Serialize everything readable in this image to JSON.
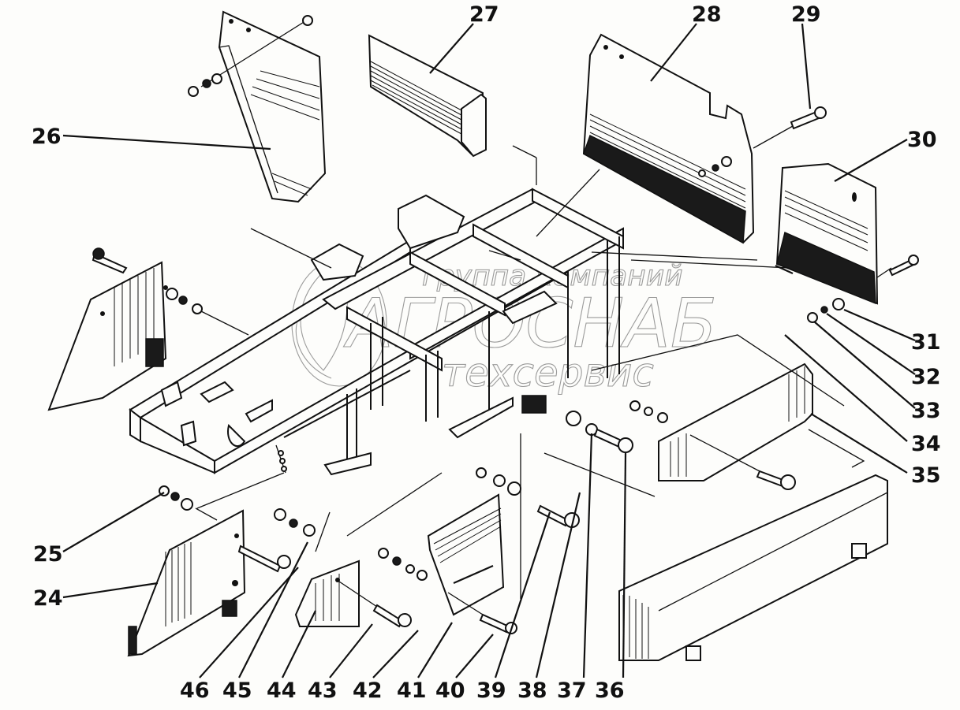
{
  "diagram": {
    "type": "exploded-parts-view",
    "subject": "Frame assembly with side shields, covers and fasteners",
    "ink_color": "#111111",
    "background_color": "#fdfdfb",
    "watermark": {
      "line1": "группа компаний",
      "line2": "АГРОСНАБ",
      "line3": "техсервис",
      "color": "#8a8a8a"
    },
    "callouts": [
      {
        "id": "24",
        "label": "24",
        "part": "left lower side shield"
      },
      {
        "id": "25",
        "label": "25",
        "part": "nut"
      },
      {
        "id": "26",
        "label": "26",
        "part": "upper left shield"
      },
      {
        "id": "27",
        "label": "27",
        "part": "cover"
      },
      {
        "id": "28",
        "label": "28",
        "part": "large rear shield"
      },
      {
        "id": "29",
        "label": "29",
        "part": "bolt"
      },
      {
        "id": "30",
        "label": "30",
        "part": "right shield"
      },
      {
        "id": "31",
        "label": "31",
        "part": "washer"
      },
      {
        "id": "32",
        "label": "32",
        "part": "spring washer"
      },
      {
        "id": "33",
        "label": "33",
        "part": "nut"
      },
      {
        "id": "34",
        "label": "34",
        "part": "bracket"
      },
      {
        "id": "35",
        "label": "35",
        "part": "box cover plate"
      },
      {
        "id": "36",
        "label": "36",
        "part": "bolt"
      },
      {
        "id": "37",
        "label": "37",
        "part": "spring washer"
      },
      {
        "id": "38",
        "label": "38",
        "part": "washer"
      },
      {
        "id": "39",
        "label": "39",
        "part": "bolt"
      },
      {
        "id": "40",
        "label": "40",
        "part": "bolt"
      },
      {
        "id": "41",
        "label": "41",
        "part": "plate"
      },
      {
        "id": "42",
        "label": "42",
        "part": "washer"
      },
      {
        "id": "43",
        "label": "43",
        "part": "bolt"
      },
      {
        "id": "44",
        "label": "44",
        "part": "small plate"
      },
      {
        "id": "45",
        "label": "45",
        "part": "washer"
      },
      {
        "id": "46",
        "label": "46",
        "part": "spring washer"
      }
    ]
  }
}
